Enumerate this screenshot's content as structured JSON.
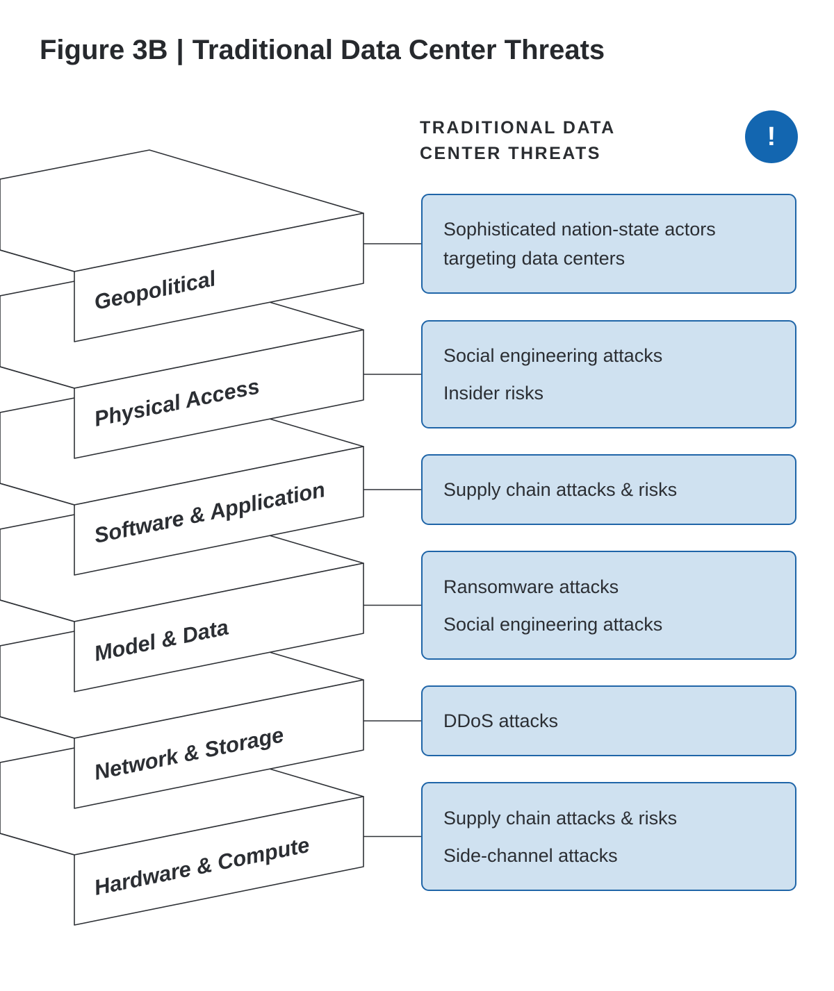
{
  "figure": {
    "label": "Figure 3B",
    "separator": "|",
    "title": "Traditional Data Center Threats"
  },
  "panel": {
    "title_line1": "TRADITIONAL DATA",
    "title_line2": "CENTER THREATS",
    "alert_symbol": "!",
    "alert_icon": "exclamation-circle-icon",
    "alert_color": "#1366b0",
    "box_fill_color": "#cfe1f0",
    "box_border_color": "#1f65a8"
  },
  "layers": [
    {
      "name": "Geopolitical",
      "threats": [
        "Sophisticated nation-state actors",
        "targeting data centers"
      ],
      "tight": true
    },
    {
      "name": "Physical Access",
      "threats": [
        "Social engineering attacks",
        "Insider risks"
      ]
    },
    {
      "name": "Software & Application",
      "threats": [
        "Supply chain attacks & risks"
      ]
    },
    {
      "name": "Model & Data",
      "threats": [
        "Ransomware attacks",
        "Social engineering attacks"
      ]
    },
    {
      "name": "Network & Storage",
      "threats": [
        "DDoS attacks"
      ]
    },
    {
      "name": "Hardware & Compute",
      "threats": [
        "Supply chain attacks & risks",
        "Side-channel attacks"
      ]
    }
  ]
}
